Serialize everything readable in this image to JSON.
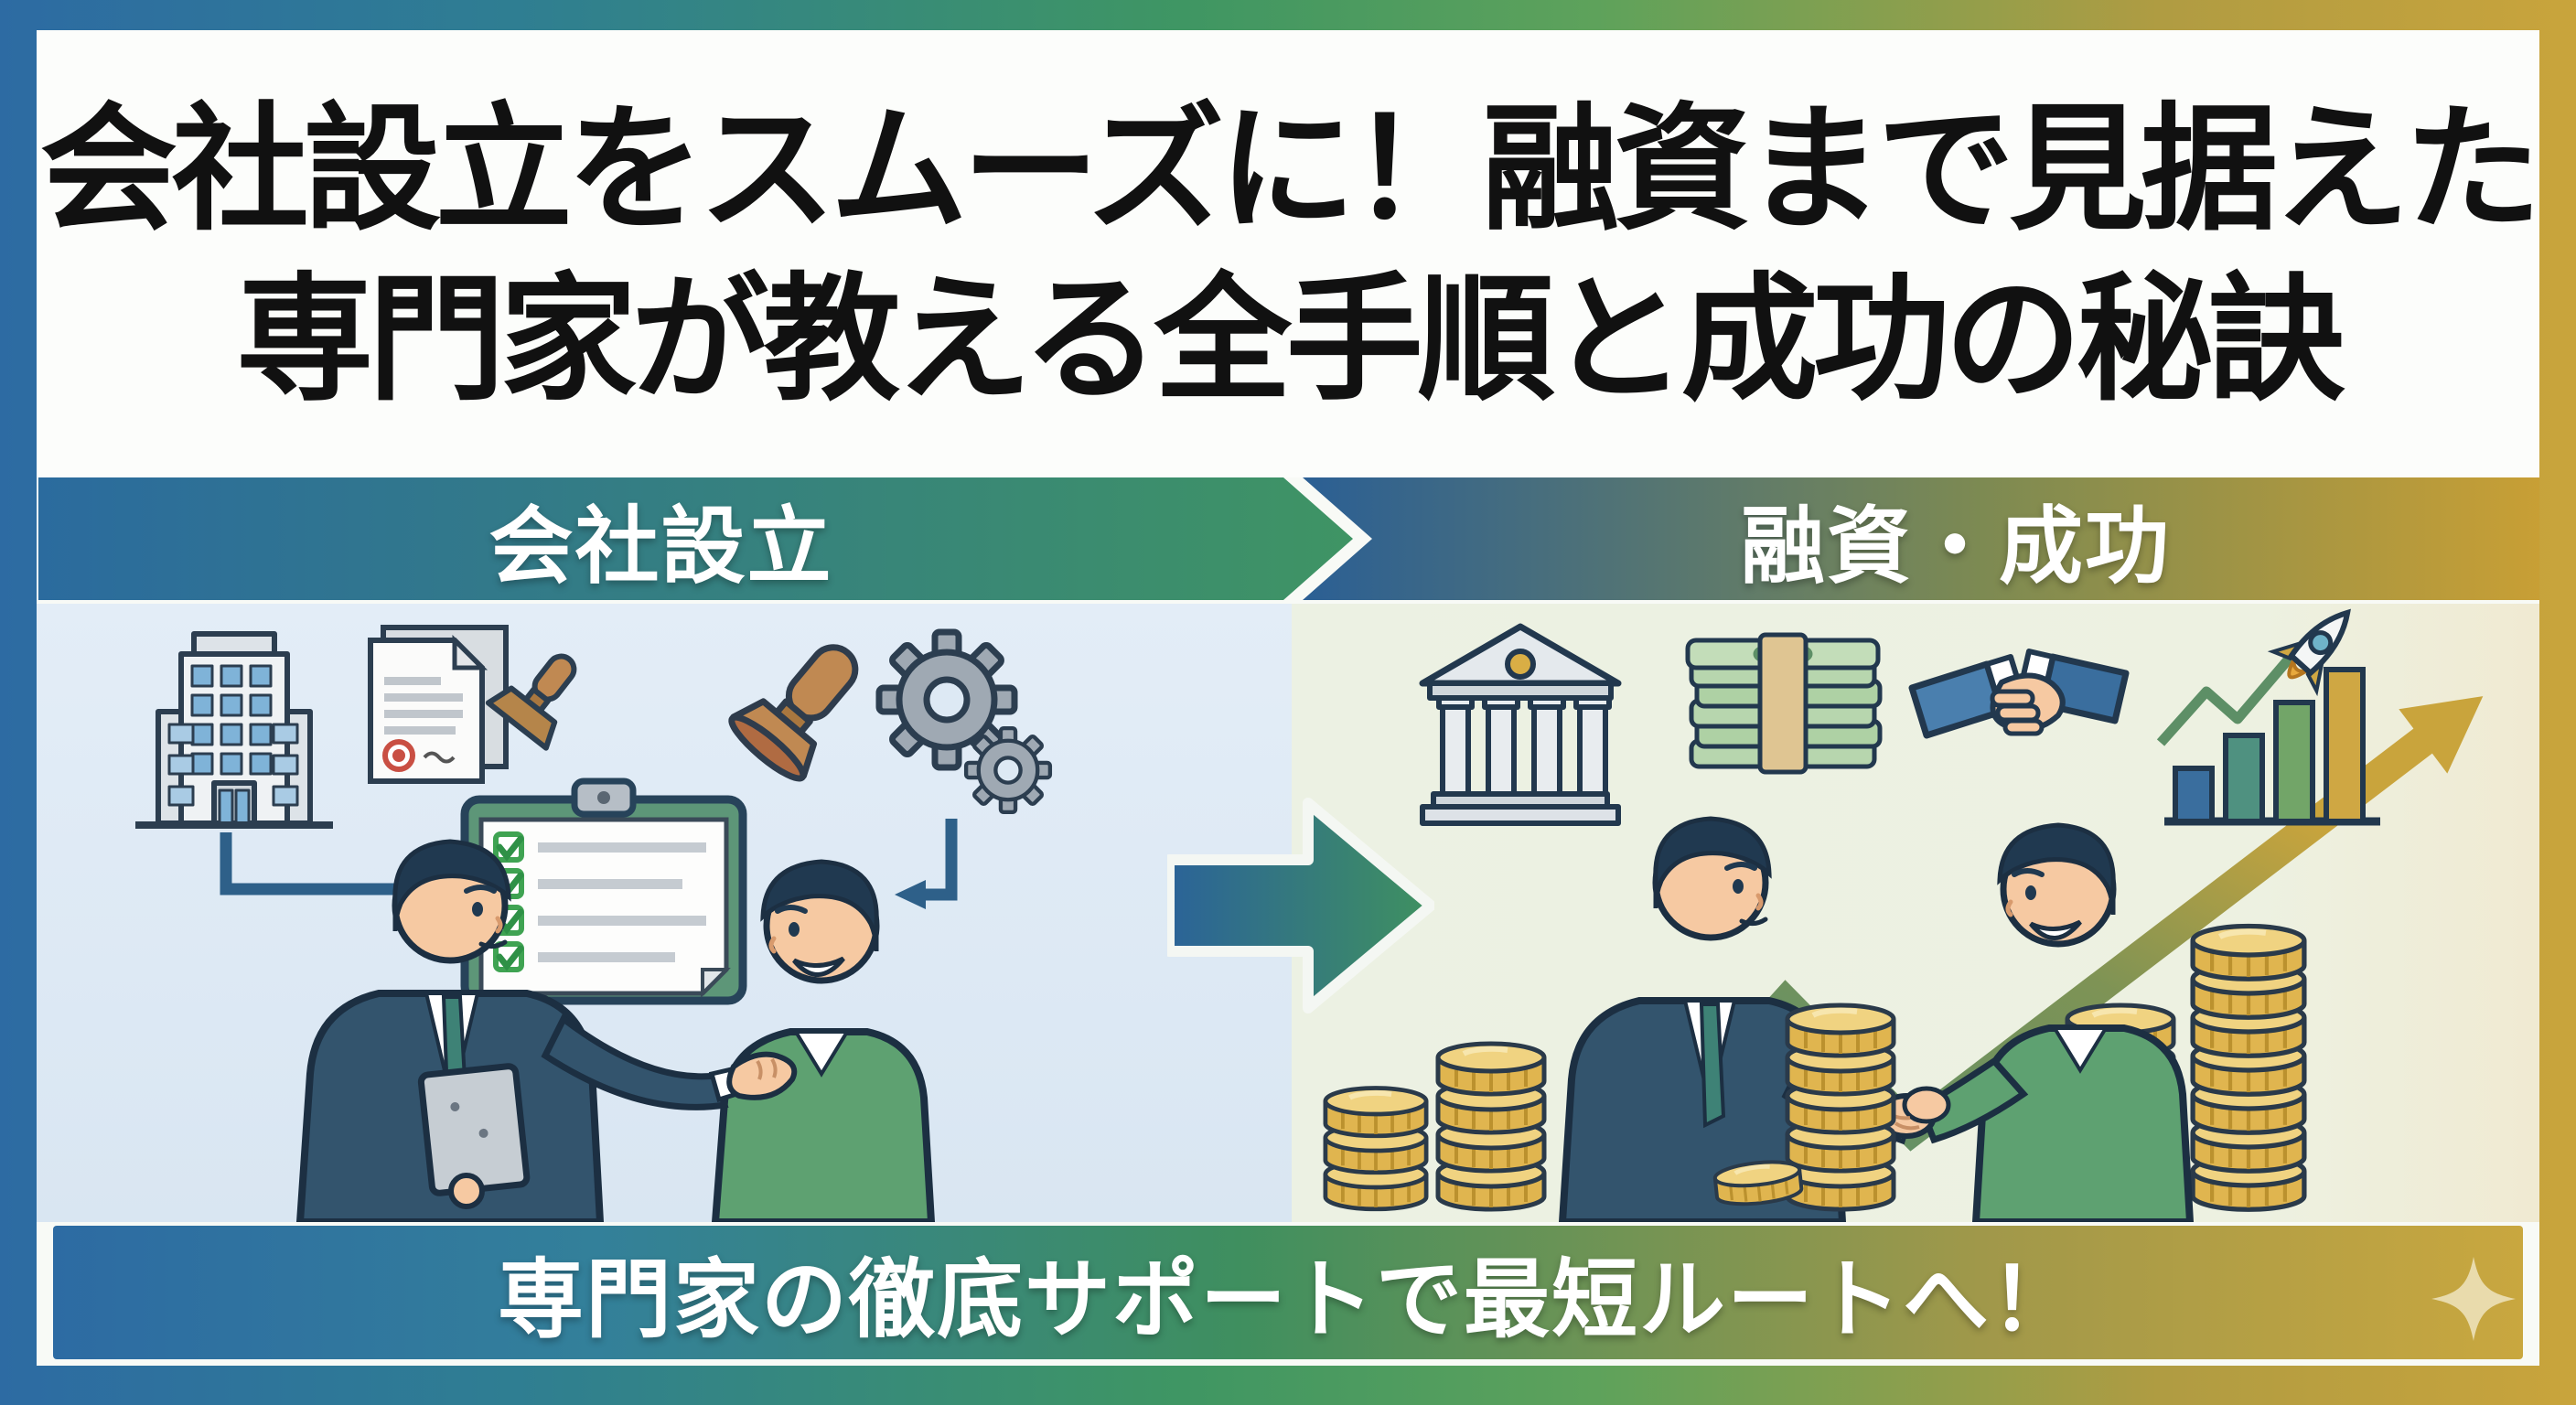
{
  "document": {
    "kind": "promotional-infographic",
    "language": "ja"
  },
  "title": {
    "line1": "会社設立をスムーズに！融資まで見据えた",
    "line2": "専門家が教える全手順と成功の秘訣"
  },
  "stages": {
    "left": {
      "label": "会社設立"
    },
    "right": {
      "label": "融資・成功"
    }
  },
  "flow": {
    "connector": "right-arrow",
    "from": "会社設立",
    "to": "融資・成功"
  },
  "panels": {
    "left": {
      "theme": "company-formation",
      "illustrations": [
        "office-building",
        "stamped-document",
        "hanko-stamp",
        "gears",
        "checklist-clipboard",
        "consultant-with-tablet",
        "smiling-client",
        "flow-arrows"
      ]
    },
    "right": {
      "theme": "financing-and-success",
      "illustrations": [
        "bank-building",
        "cash-stack",
        "handshake",
        "growth-chart-with-rocket",
        "rising-gold-arrow",
        "business-handshake-scene",
        "gold-coin-stacks"
      ]
    }
  },
  "footer": {
    "message": "専門家の徹底サポートで最短ルートへ！",
    "decoration": "sparkle-diamond"
  },
  "colors": {
    "frame_gradient": [
      "#2d6ba3",
      "#3f9663",
      "#c9a43c"
    ],
    "stage_left_band": [
      "#2b6b9e",
      "#3f9464"
    ],
    "stage_right_band": [
      "#2b5f94",
      "#c89f35"
    ],
    "footer_band": [
      "#2d6ba3",
      "#3f8f5f",
      "#c9a73f"
    ],
    "panel_left_bg": "#dde9f4",
    "panel_right_bg": "#ecf1e3",
    "title_text": "#111111",
    "band_text": "#ffffff"
  }
}
